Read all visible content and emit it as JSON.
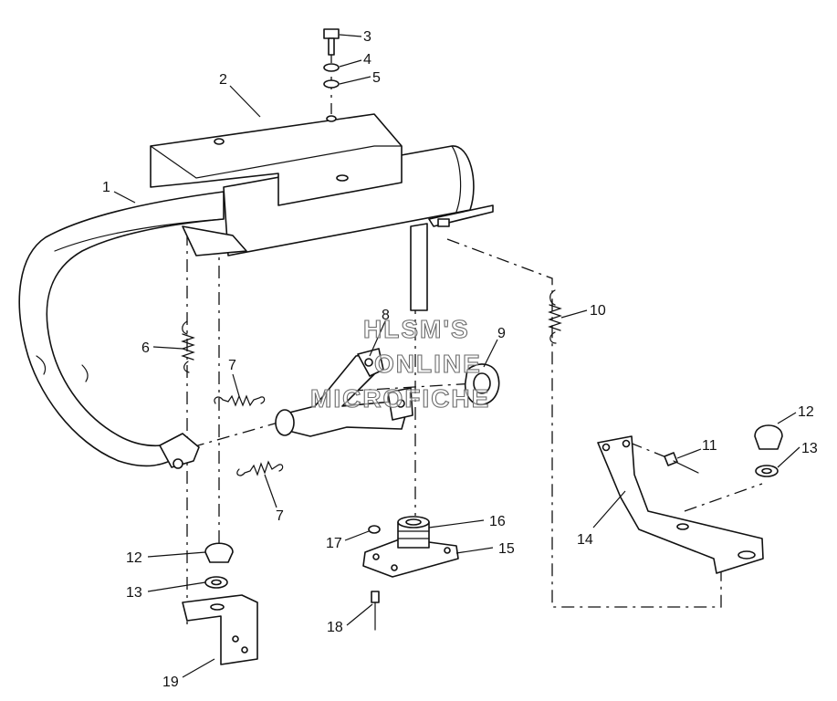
{
  "watermark": {
    "line1": "HLSM'S",
    "line2": "ONLINE",
    "line3": "MICROFICHE"
  },
  "callouts": {
    "c1": "1",
    "c2": "2",
    "c3": "3",
    "c4": "4",
    "c5": "5",
    "c6": "6",
    "c7a": "7",
    "c7b": "7",
    "c8": "8",
    "c9": "9",
    "c10": "10",
    "c11": "11",
    "c12a": "12",
    "c12b": "12",
    "c13a": "13",
    "c13b": "13",
    "c14": "14",
    "c15": "15",
    "c16": "16",
    "c17": "17",
    "c18": "18",
    "c19": "19"
  },
  "colors": {
    "ink": "#111111",
    "paper": "#ffffff",
    "watermark": "#6b6b6b"
  }
}
